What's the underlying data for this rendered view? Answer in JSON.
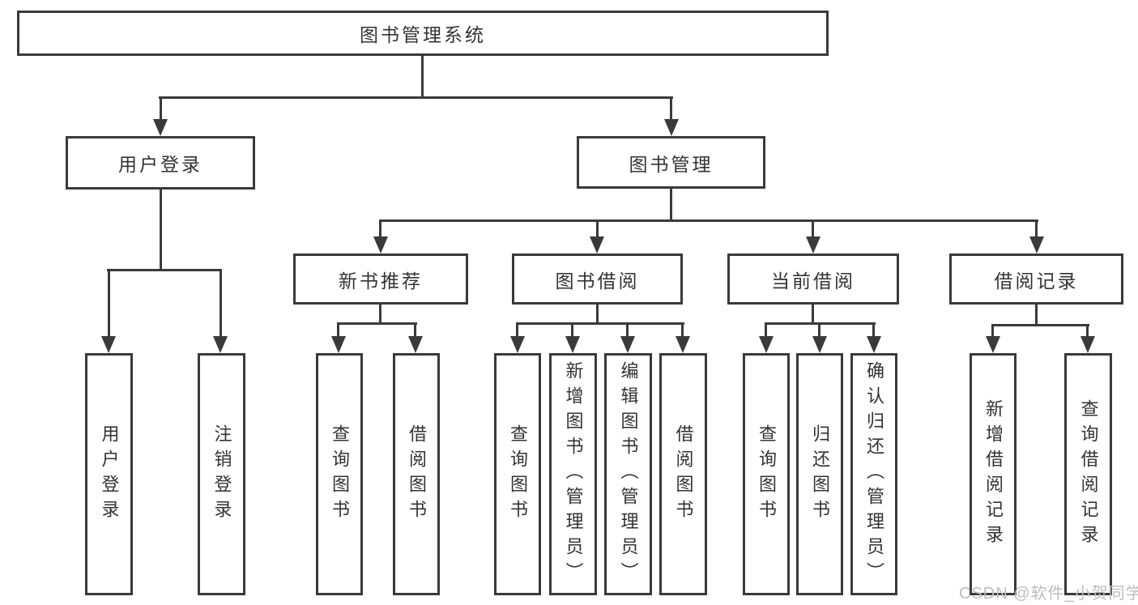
{
  "nodes": {
    "root": "图书管理系统",
    "level1": [
      "用户登录",
      "图书管理"
    ],
    "level2": [
      "新书推荐",
      "图书借阅",
      "当前借阅",
      "借阅记录"
    ],
    "leaves_user_login": [
      "用户登录",
      "注销登录"
    ],
    "leaves_new_book": [
      "查询图书",
      "借阅图书"
    ],
    "leaves_book_borrow": [
      "查询图书",
      "新增图书（管理员）",
      "编辑图书（管理员）",
      "借阅图书"
    ],
    "leaves_current_borrow": [
      "查询图书",
      "归还图书",
      "确认归还（管理员）"
    ],
    "leaves_borrow_records": [
      "新增借阅记录",
      "查询借阅记录"
    ]
  },
  "watermark": "CSDN @软件_小贺同学",
  "colors": {
    "line": "#3a3a3a",
    "text": "#333333",
    "watermark": "#bdbdbd",
    "background": "#ffffff"
  }
}
